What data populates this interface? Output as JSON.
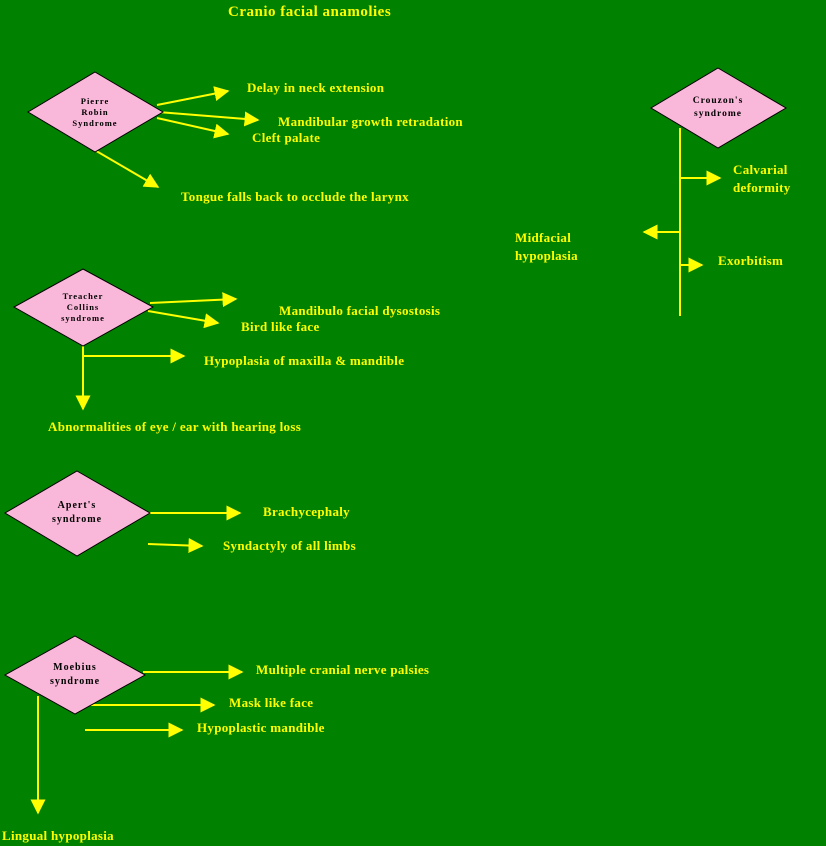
{
  "title": "Cranio facial anamolies",
  "colors": {
    "background": "#008200",
    "label_text": "#ffff00",
    "arrow": "#ffff00",
    "node_fill": "#f9b7d9",
    "node_border": "#000000",
    "node_text": "#000000"
  },
  "nodes": {
    "pierre": {
      "label": "Pierre Robin Syndrome"
    },
    "crouzon": {
      "label": "Crouzon's syndrome"
    },
    "treacher": {
      "label": "Treacher Collins syndrome"
    },
    "apert": {
      "label": "Apert's syndrome"
    },
    "moebius": {
      "label": "Moebius syndrome"
    }
  },
  "features": {
    "pierre": [
      "Delay in neck extension",
      "Mandibular growth retradation",
      "Cleft palate",
      "Tongue falls back to occlude the larynx"
    ],
    "crouzon": [
      "Calvarial deformity",
      "Midfacial hypoplasia",
      "Exorbitism"
    ],
    "treacher": [
      "Mandibulo facial dysostosis",
      "Bird like face",
      "Hypoplasia of maxilla & mandible",
      "Abnormalities of eye / ear with hearing loss"
    ],
    "apert": [
      "Brachycephaly",
      "Syndactyly of all limbs"
    ],
    "moebius": [
      "Multiple cranial nerve palsies",
      "Mask like face",
      "Hypoplastic mandible",
      "Lingual hypoplasia"
    ]
  }
}
